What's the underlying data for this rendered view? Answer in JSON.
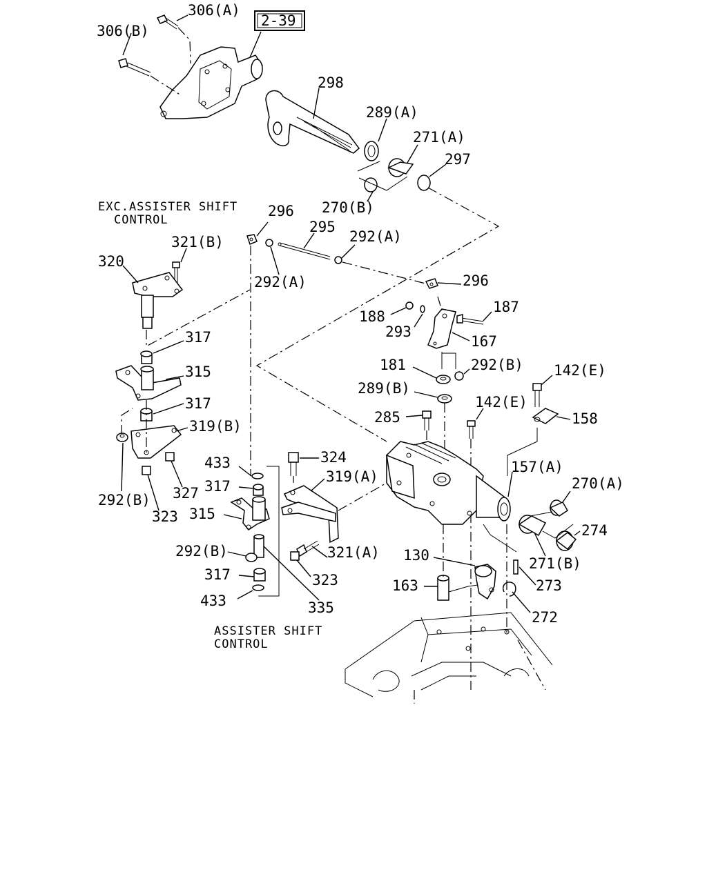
{
  "ref_box": "2-39",
  "notes": {
    "exc_assister_line1": "EXC.ASSISTER SHIFT",
    "exc_assister_line2": "CONTROL",
    "assister_line1": "ASSISTER SHIFT",
    "assister_line2": "CONTROL"
  },
  "labels": {
    "p306a": "306(A)",
    "p306b": "306(B)",
    "p298": "298",
    "p289a": "289(A)",
    "p271a": "271(A)",
    "p297": "297",
    "p270b": "270(B)",
    "p296_top": "296",
    "p295": "295",
    "p292a_right": "292(A)",
    "p292a_left": "292(A)",
    "p321b": "321(B)",
    "p320": "320",
    "p296_mid": "296",
    "p188": "188",
    "p187": "187",
    "p293": "293",
    "p167": "167",
    "p317_a": "317",
    "p315_a": "315",
    "p181": "181",
    "p292b_right": "292(B)",
    "p142e_a": "142(E)",
    "p289b": "289(B)",
    "p142e_b": "142(E)",
    "p158": "158",
    "p285": "285",
    "p317_b": "317",
    "p319b": "319(B)",
    "p433_a": "433",
    "p324": "324",
    "p157a": "157(A)",
    "p317_c": "317",
    "p319a": "319(A)",
    "p270a": "270(A)",
    "p327": "327",
    "p292b_left": "292(B)",
    "p315_b": "315",
    "p323_a": "323",
    "p274": "274",
    "p292b_low": "292(B)",
    "p321a": "321(A)",
    "p130": "130",
    "p271b": "271(B)",
    "p317_d": "317",
    "p323_b": "323",
    "p163": "163",
    "p273": "273",
    "p433_b": "433",
    "p335": "335",
    "p272": "272"
  }
}
